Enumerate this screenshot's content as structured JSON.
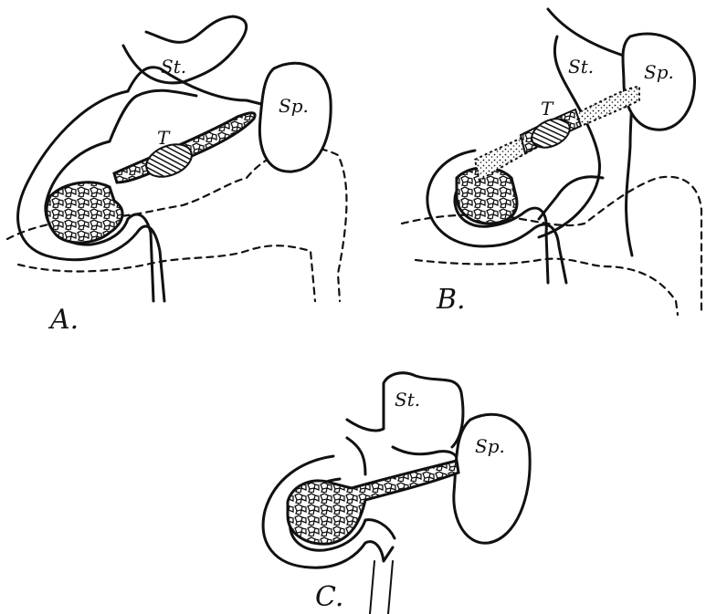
{
  "panels": [
    {
      "id": "A",
      "panel_label": "A.",
      "stomach_label": "St.",
      "spleen_label": "Sp.",
      "tumor_label": "T"
    },
    {
      "id": "B",
      "panel_label": "B.",
      "stomach_label": "St.",
      "spleen_label": "Sp.",
      "tumor_label": "T"
    },
    {
      "id": "C",
      "panel_label": "C.",
      "stomach_label": "St.",
      "spleen_label": "Sp."
    }
  ]
}
